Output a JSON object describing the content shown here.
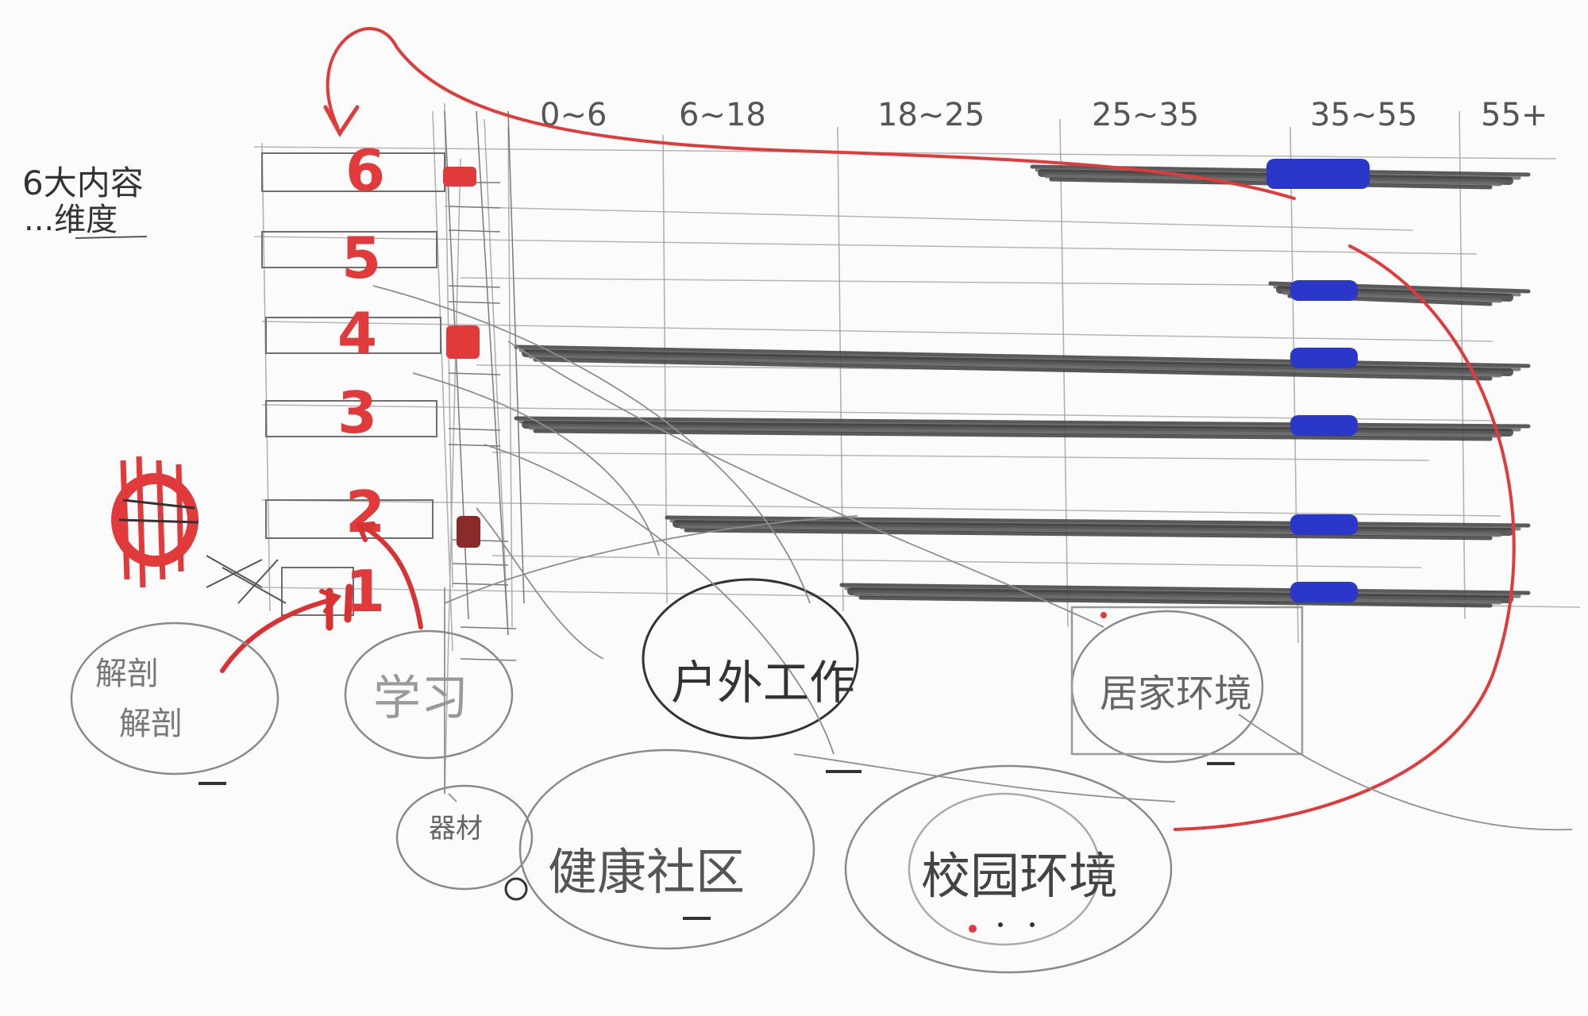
{
  "colors": {
    "paper": "#fbfbfb",
    "pencil": "#6e6e6e",
    "graphite": "#4a4a4a",
    "red": "#e03a3a",
    "blue": "#2a37c9",
    "ink": "#333333"
  },
  "header": {
    "corner_label_line1": "6大内容",
    "corner_label_line2": "...维度"
  },
  "age_columns": [
    "0~6",
    "6~18",
    "18~25",
    "25~35",
    "35~55",
    "55+"
  ],
  "rows": [
    {
      "label": "6",
      "bar_start": "25~35",
      "bar_end": "55+",
      "highlight": "35~55"
    },
    {
      "label": "5",
      "bar_start": "35~55",
      "bar_end": "55+",
      "highlight": "35~55"
    },
    {
      "label": "4",
      "bar_start": "0~6",
      "bar_end": "55+",
      "highlight": "35~55"
    },
    {
      "label": "3",
      "bar_start": "0~6",
      "bar_end": "55+",
      "highlight": "35~55"
    },
    {
      "label": "2",
      "bar_start": "6~18",
      "bar_end": "55+",
      "highlight": "35~55"
    },
    {
      "label": "1",
      "bar_start": "18~25",
      "bar_end": "55+",
      "highlight": "35~55"
    }
  ],
  "bubbles": {
    "left": "解剖\n解剖",
    "school": "学习",
    "outdoor": "户外工作",
    "home": "居家环境",
    "community": "健康社区",
    "campus": "校园环境",
    "group": "器材"
  }
}
